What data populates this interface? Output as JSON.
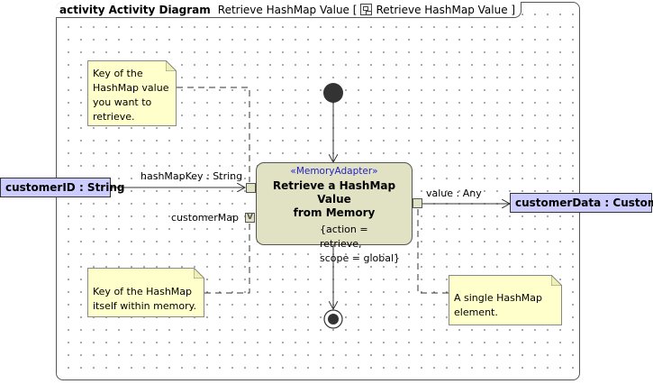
{
  "frame": {
    "keyword": "activity",
    "diagram_name": "Activity Diagram",
    "title_text": "Retrieve HashMap Value [",
    "ref_name": "Retrieve HashMap Value ]",
    "icon": "activity-diagram-icon"
  },
  "action": {
    "stereotype": "«MemoryAdapter»",
    "name_line1": "Retrieve a HashMap Value",
    "name_line2": "from Memory",
    "prop_line1": "{action = retrieve,",
    "prop_line2": "scope = global}"
  },
  "params": {
    "customer_id": "customerID : String",
    "customer_data": "customerData : Customer"
  },
  "pins": {
    "hash_map_key": "hashMapKey : String",
    "customer_map": "customerMap",
    "customer_map_marker": "V",
    "value": "value : Any"
  },
  "notes": {
    "key_note": [
      "Key of the",
      "HashMap value",
      "you want to",
      "retrieve."
    ],
    "map_note": [
      "Key of the HashMap",
      "itself within memory."
    ],
    "element_note": [
      "A single HashMap",
      "element."
    ]
  },
  "colors": {
    "action_fill": "#e1e1c3",
    "param_fill": "#ccccff",
    "note_fill": "#ffffcc",
    "stereotype": "#2222cc"
  }
}
